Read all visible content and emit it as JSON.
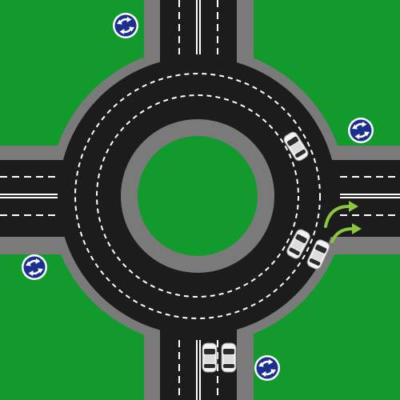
{
  "scene": {
    "type": "roundabout",
    "arms": [
      "north",
      "east",
      "south",
      "west"
    ],
    "lanes_per_direction": 2,
    "circulating_lanes": 2
  },
  "colors": {
    "grass": "#139a2c",
    "verge": "#7a7a7a",
    "road": "#1c1c1c",
    "lane_marking": "#ffffff",
    "sign_blue": "#1b2f8f",
    "arrow": "#8cc63f",
    "car_body": "#f2f2f2"
  },
  "signs": [
    {
      "name": "roundabout-sign-nw",
      "icon": "roundabout-arrows-icon"
    },
    {
      "name": "roundabout-sign-ne",
      "icon": "roundabout-arrows-icon"
    },
    {
      "name": "roundabout-sign-sw",
      "icon": "roundabout-arrows-icon"
    },
    {
      "name": "roundabout-sign-se",
      "icon": "roundabout-arrows-icon"
    }
  ],
  "vehicles": [
    {
      "name": "car-circulating-outer-ne",
      "lane": "outer"
    },
    {
      "name": "car-circulating-inner-se",
      "lane": "inner"
    },
    {
      "name": "car-exiting-east-outer",
      "lane": "outer"
    },
    {
      "name": "car-south-approach-left",
      "lane": "left"
    },
    {
      "name": "car-south-approach-right",
      "lane": "right"
    }
  ],
  "arrows": [
    {
      "name": "exit-arrow-east-lane1",
      "direction": "east"
    },
    {
      "name": "exit-arrow-east-lane2",
      "direction": "east"
    }
  ]
}
